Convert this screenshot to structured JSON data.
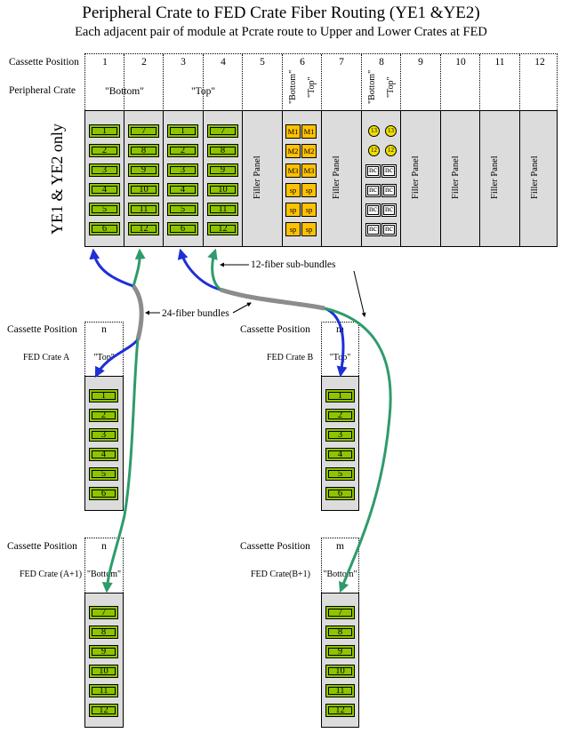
{
  "title": "Peripheral Crate to FED Crate Fiber Routing (YE1 &YE2)",
  "subtitle": "Each adjacent pair of module at Pcrate route to Upper and Lower Crates at FED",
  "header": {
    "cassette_position_label": "Cassette Position",
    "peripheral_crate_label": "Peripheral Crate",
    "columns": [
      "1",
      "2",
      "3",
      "4",
      "5",
      "6",
      "7",
      "8",
      "9",
      "10",
      "11",
      "12"
    ],
    "bottom_label": "\"Bottom\"",
    "top_label": "\"Top\"",
    "col6_bottom": "\"Bottom\"",
    "col6_top": "\"Top\"",
    "col8_bottom": "\"Bottom\"",
    "col8_top": "\"Top\""
  },
  "side_label": "YE1 & YE2 only",
  "peripheral_crate": {
    "col1": [
      "1",
      "2",
      "3",
      "4",
      "5",
      "6"
    ],
    "col2": [
      "7",
      "8",
      "9",
      "10",
      "11",
      "12"
    ],
    "col3": [
      "1",
      "2",
      "3",
      "4",
      "5",
      "6"
    ],
    "col4": [
      "7",
      "8",
      "9",
      "10",
      "11",
      "12"
    ],
    "col6_left": [
      "M1",
      "M2",
      "M3",
      "sp",
      "sp",
      "sp"
    ],
    "col6_right": [
      "M1",
      "M2",
      "M3",
      "sp",
      "sp",
      "sp"
    ],
    "col8_circles": [
      "13",
      "13",
      "12",
      "12"
    ],
    "col8_nc": [
      "nc",
      "nc",
      "nc",
      "nc",
      "nc",
      "nc",
      "nc",
      "nc"
    ],
    "filler_label": "Filler Panel"
  },
  "annotations": {
    "sub_bundles": "12-fiber sub-bundles",
    "bundles": "24-fiber bundles"
  },
  "fed_a": {
    "cassette_position_label": "Cassette Position",
    "position": "n",
    "crate_label": "FED Crate A",
    "slot_label": "\"Top\"",
    "modules": [
      "1",
      "2",
      "3",
      "4",
      "5",
      "6"
    ]
  },
  "fed_b": {
    "cassette_position_label": "Cassette Position",
    "position": "m",
    "crate_label": "FED Crate B",
    "slot_label": "\"Top\"",
    "modules": [
      "1",
      "2",
      "3",
      "4",
      "5",
      "6"
    ]
  },
  "fed_a1": {
    "cassette_position_label": "Cassette Position",
    "position": "n",
    "crate_label": "FED Crate (A+1)",
    "slot_label": "\"Bottom\"",
    "modules": [
      "7",
      "8",
      "9",
      "10",
      "11",
      "12"
    ]
  },
  "fed_b1": {
    "cassette_position_label": "Cassette Position",
    "position": "m",
    "crate_label": "FED Crate(B+1)",
    "slot_label": "\"Bottom\"",
    "modules": [
      "7",
      "8",
      "9",
      "10",
      "11",
      "12"
    ]
  },
  "colors": {
    "module_green": "#8fc400",
    "module_orange": "#ffc200",
    "circle_yellow": "#f0e000",
    "crate_gray": "#dcdcdc",
    "fiber_blue": "#1f2fd6",
    "fiber_green": "#2f9b6a",
    "bundle_gray": "#8c8c8c"
  }
}
